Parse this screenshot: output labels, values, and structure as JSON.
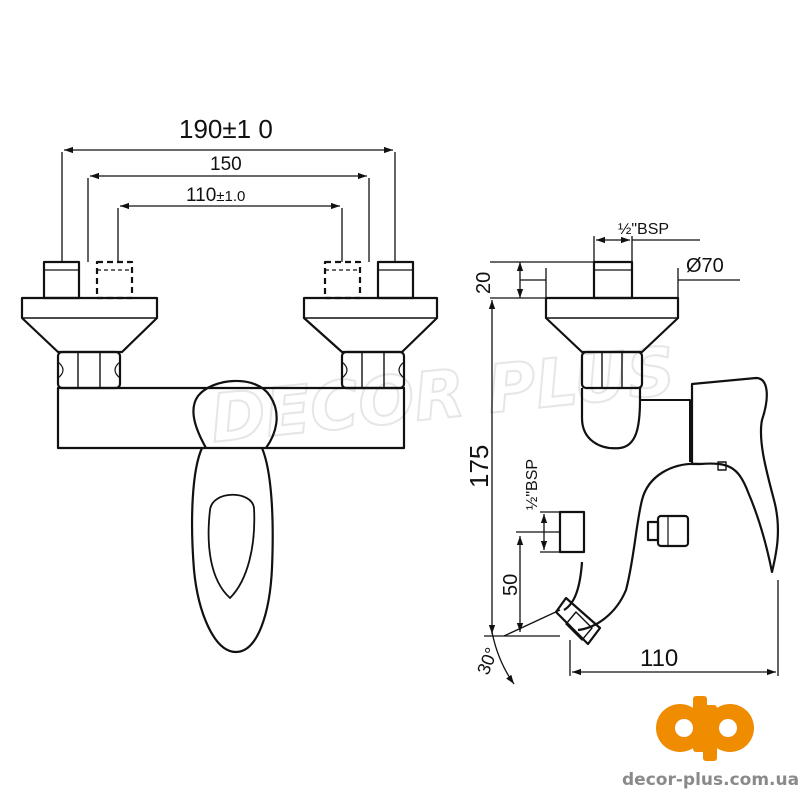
{
  "watermark": "DECOR PLUS",
  "front_view": {
    "dim_overall": "190±1 0",
    "dim_center": "150",
    "dim_inner_value": "110",
    "dim_inner_tol": "±1.0"
  },
  "side_view": {
    "dim_top_bsp": "½\"BSP",
    "dim_diameter": "Ø70",
    "dim_20": "20",
    "dim_175": "175",
    "dim_mid_bsp": "½\"BSP",
    "dim_50": "50",
    "dim_angle": "30°",
    "dim_110": "110"
  },
  "brand": {
    "logo_letters": "dp",
    "url": "decor-plus.com.ua",
    "color": "#f08c00",
    "url_color": "#8a8a8a"
  }
}
